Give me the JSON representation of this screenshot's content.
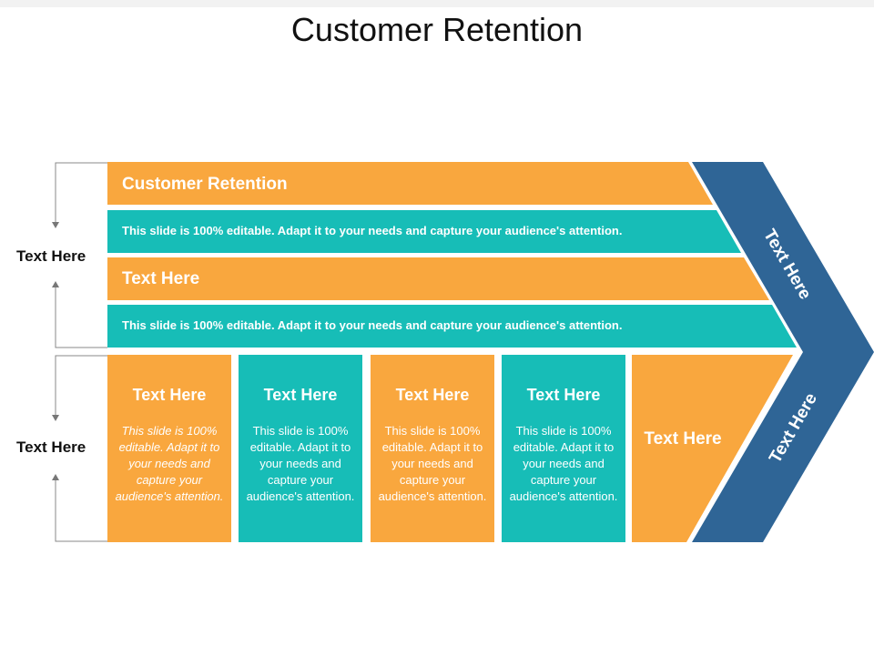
{
  "title": "Customer Retention",
  "colors": {
    "orange": "#f9a73e",
    "teal": "#17bdb7",
    "navy": "#2f6596"
  },
  "bands": [
    {
      "text": "Customer Retention",
      "color": "orange"
    },
    {
      "text": "This slide is 100% editable. Adapt it to your needs and capture your audience's attention.",
      "color": "teal"
    },
    {
      "text": "Text Here",
      "color": "orange"
    },
    {
      "text": "This slide is 100% editable. Adapt it to your needs and capture your audience's attention.",
      "color": "teal"
    }
  ],
  "side_labels": [
    "Text Here",
    "Text Here"
  ],
  "cards": [
    {
      "title": "Text Here",
      "text": "This slide is 100% editable. Adapt it to your needs and capture your audience's attention.",
      "color": "orange",
      "italic": true
    },
    {
      "title": "Text Here",
      "text": "This slide is 100% editable. Adapt it to your needs and capture your audience's attention.",
      "color": "teal",
      "italic": false
    },
    {
      "title": "Text Here",
      "text": "This slide is 100% editable. Adapt it to your needs and capture your audience's attention.",
      "color": "orange",
      "italic": false
    },
    {
      "title": "Text Here",
      "text": "This slide is 100% editable. Adapt it to your needs and capture your audience's attention.",
      "color": "teal",
      "italic": false
    }
  ],
  "trapezoid_label": "Text Here",
  "chevron_labels": [
    "Text Here",
    "Text Here"
  ]
}
